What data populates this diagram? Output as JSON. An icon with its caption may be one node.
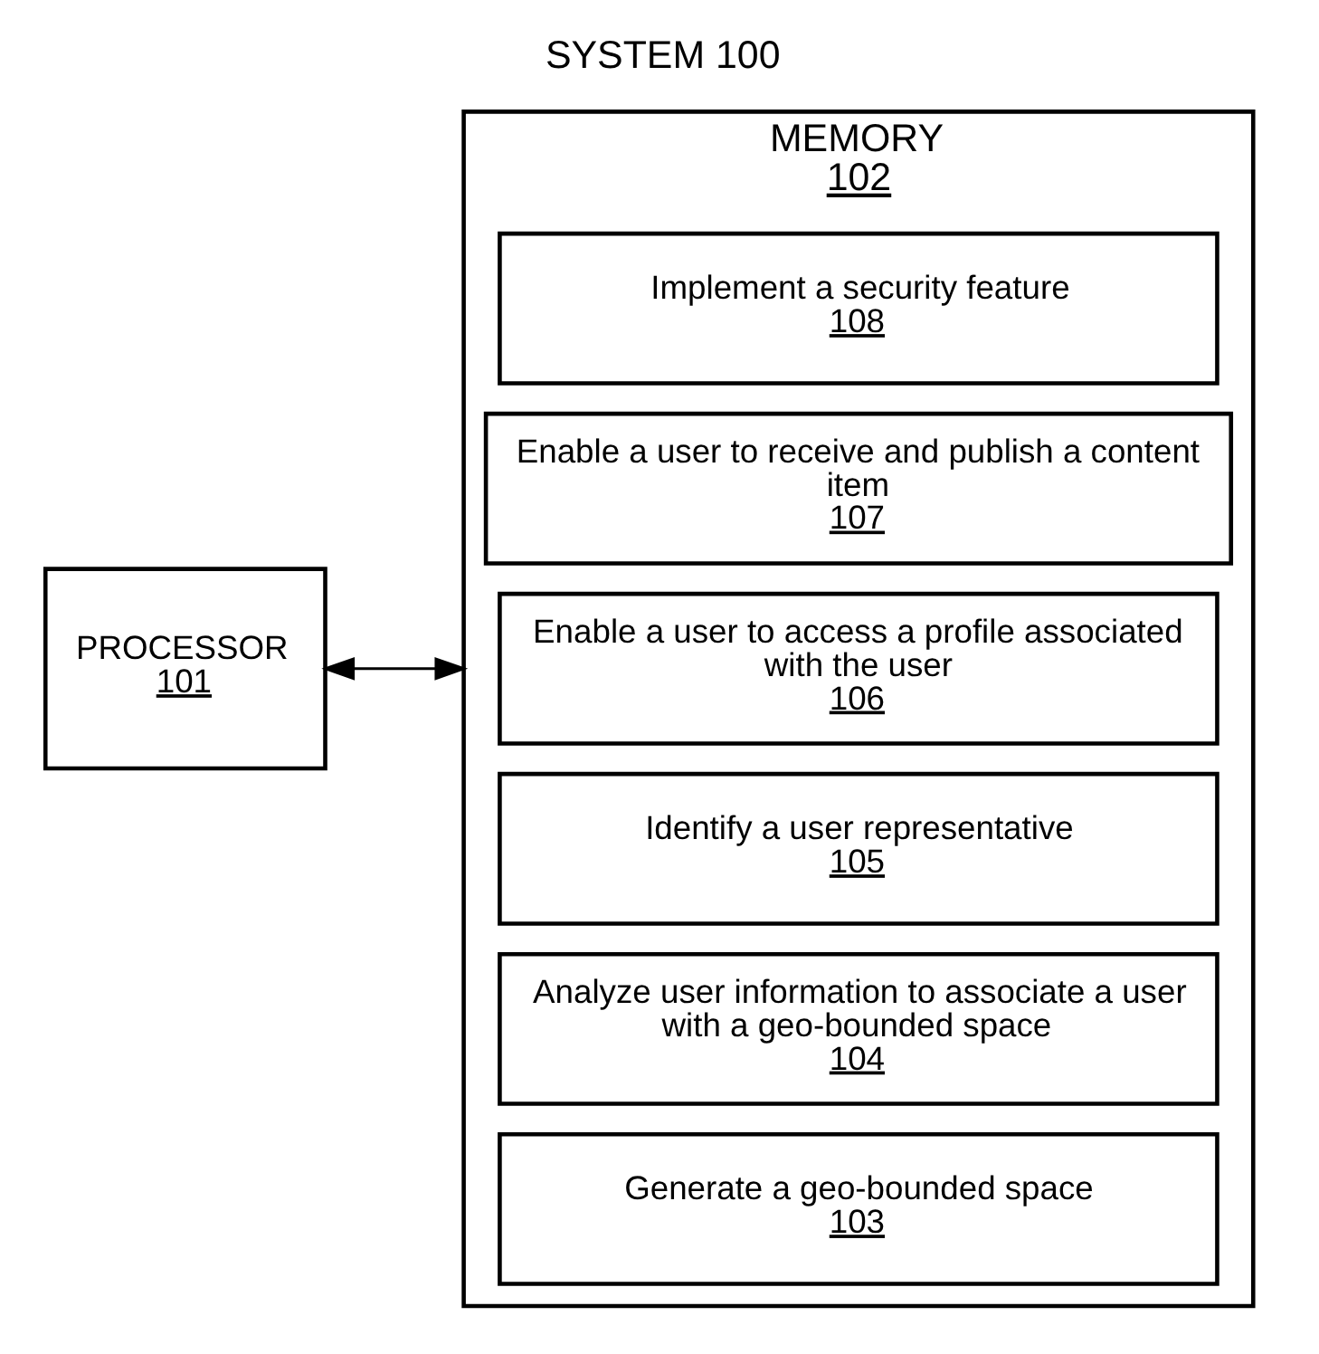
{
  "diagram": {
    "title": "SYSTEM 100",
    "nodes": [
      {
        "text": [
          "PROCESSOR",
          "101"
        ]
      },
      {
        "text": [
          "MEMORY",
          "102"
        ]
      },
      {
        "text": [
          "Generate a geo-bounded space",
          "103"
        ],
        "in": 1
      },
      {
        "text": [
          "Analyze user information to associate a user with a geo-bounded space",
          "104"
        ],
        "in": 1
      },
      {
        "text": [
          "Identify a user representative",
          "105"
        ],
        "in": 1
      },
      {
        "text": [
          "Enable a user to access a profile associated with the user",
          "106"
        ],
        "in": 1
      },
      {
        "text": [
          "Enable a user to receive and publish a content item",
          "107"
        ],
        "in": 1
      },
      {
        "text": [
          "Implement a security feature",
          "108"
        ],
        "in": 1
      }
    ],
    "edges": [
      {
        "from": 0,
        "to": 1,
        "arrow": "both"
      }
    ]
  }
}
